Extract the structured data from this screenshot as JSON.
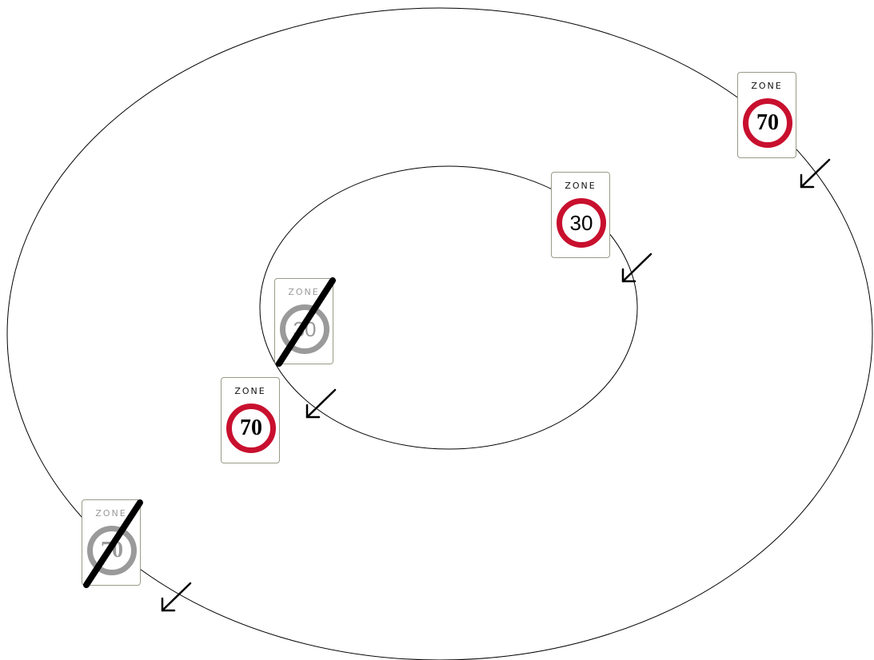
{
  "signs": {
    "outer_start": {
      "label": "ZONE",
      "value": "70"
    },
    "inner_start": {
      "label": "ZONE",
      "value": "30"
    },
    "inner_end": {
      "label": "ZONE",
      "value": "30"
    },
    "outer_resume": {
      "label": "ZONE",
      "value": "70"
    },
    "outer_end": {
      "label": "ZONE",
      "value": "70"
    }
  },
  "colors": {
    "ring_red": "#c8102e",
    "ended_gray": "#9a9a9a",
    "line": "#000000"
  }
}
